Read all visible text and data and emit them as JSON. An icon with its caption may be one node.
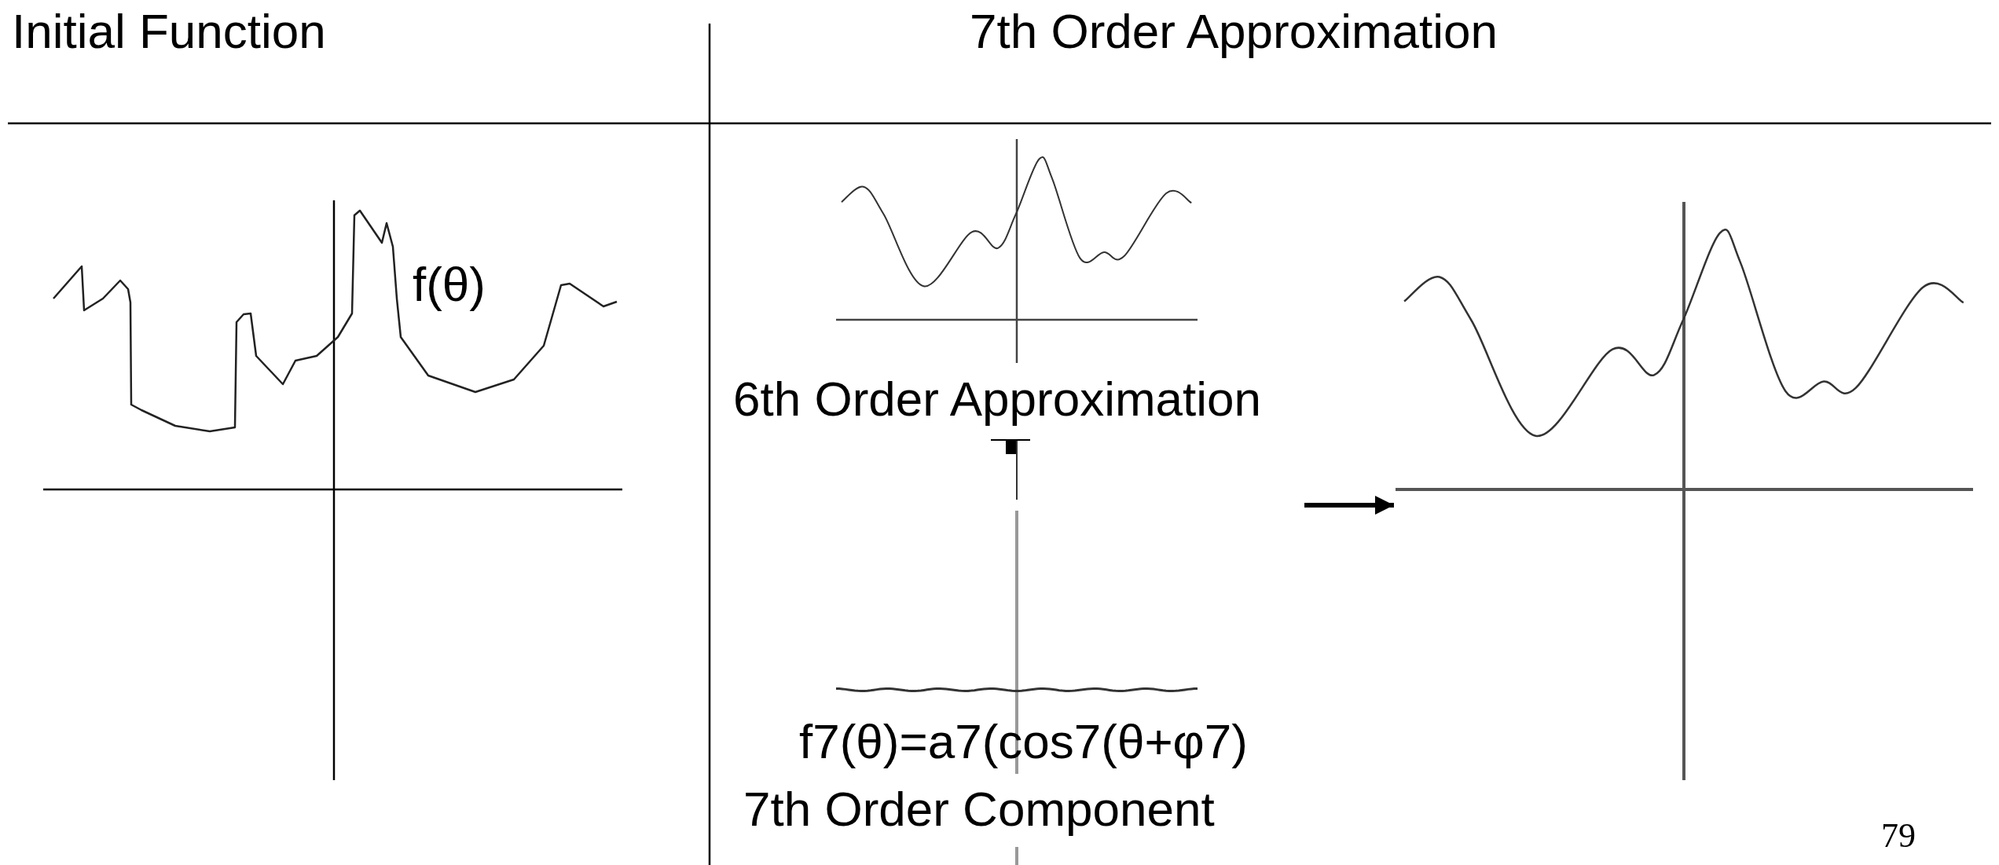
{
  "diagram": {
    "nodes": [
      {
        "text": [],
        "shape": "picture"
      },
      {
        "text": [],
        "shape": "picture"
      },
      {
        "text": [],
        "shape": "picture"
      },
      {
        "text": [],
        "shape": "picture"
      }
    ],
    "edges": [
      {
        "from": null,
        "to": 3,
        "arrow": "to"
      }
    ],
    "labels": [
      "Initial Function",
      "7th Order Approximation",
      "f(θ)",
      "6th Order Approximation",
      "f7(θ)=a7(cos7(θ+φ7)",
      "7th Order Component",
      "79"
    ]
  }
}
